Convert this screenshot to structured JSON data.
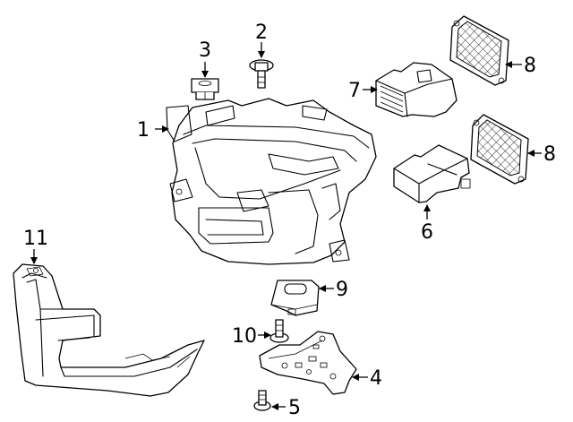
{
  "callouts": {
    "c1": "1",
    "c2": "2",
    "c3": "3",
    "c4": "4",
    "c5": "5",
    "c6": "6",
    "c7": "7",
    "c8a": "8",
    "c8b": "8",
    "c9": "9",
    "c10": "10",
    "c11": "11"
  },
  "colors": {
    "line": "#000000",
    "background": "#ffffff"
  }
}
